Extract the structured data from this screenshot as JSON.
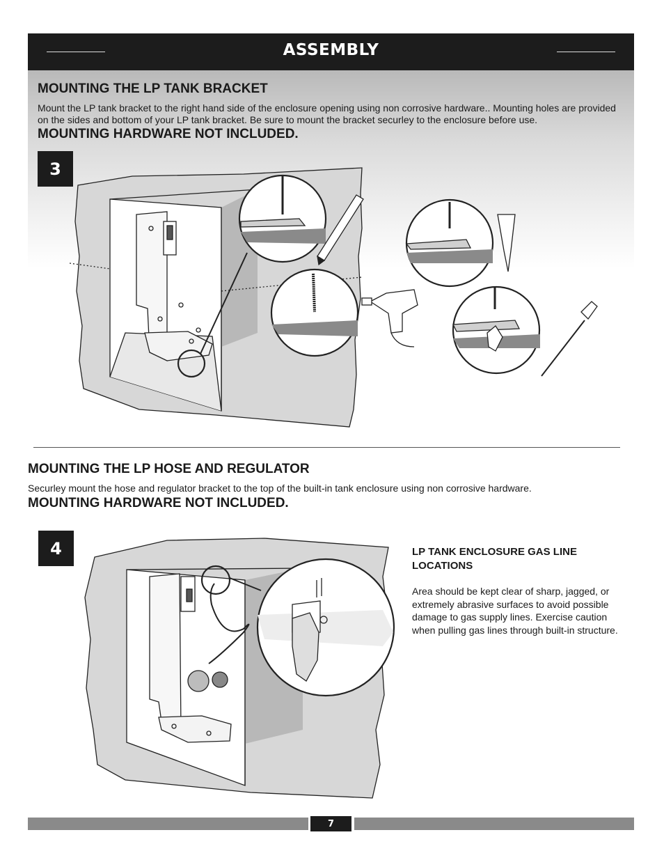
{
  "header": {
    "title": "ASSEMBLY"
  },
  "step3": {
    "badge": "3",
    "heading": "MOUNTING THE LP TANK BRACKET",
    "body": "Mount the LP tank bracket to the right hand side of the enclosure opening using non corrosive hardware.. Mounting holes are provided on the sides and bottom of your LP tank bracket. Be sure to mount the bracket securley to the enclosure before use.",
    "hardware_note": "MOUNTING HARDWARE NOT INCLUDED."
  },
  "step4": {
    "badge": "4",
    "heading": "MOUNTING THE LP HOSE AND REGULATOR",
    "body": "Securley mount the hose and regulator bracket to the top of the built-in tank enclosure using non corrosive hardware.",
    "hardware_note": "MOUNTING HARDWARE NOT INCLUDED."
  },
  "side_note": {
    "title": "LP TANK ENCLOSURE GAS LINE LOCATIONS",
    "body": "Area should be kept clear of sharp, jagged, or extremely abrasive surfaces to avoid possible damage to gas supply lines. Exercise caution when pulling gas lines through built-in structure."
  },
  "footer": {
    "page_number": "7"
  }
}
